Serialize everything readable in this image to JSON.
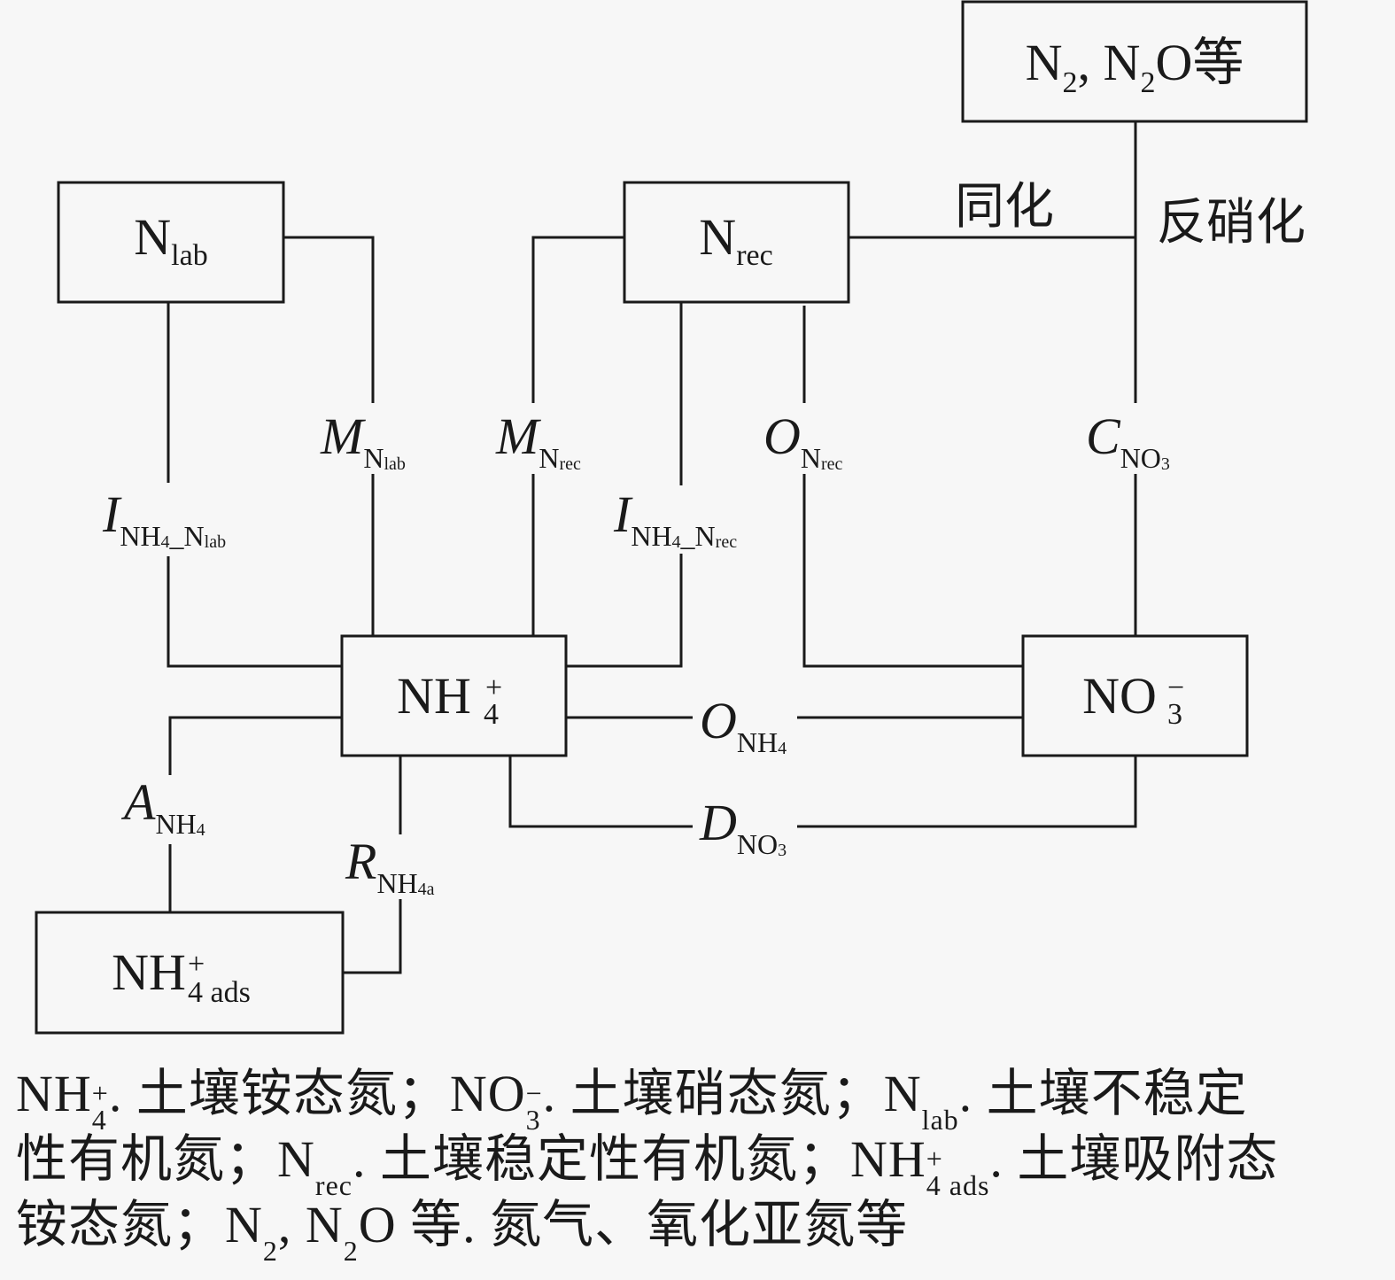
{
  "nodes": {
    "n2": {
      "main": "N",
      "sub1": "2",
      "sep": ", ",
      "main2": "N",
      "sub2": "2",
      "tail": "O等"
    },
    "nlab": {
      "main": "N",
      "sub": "lab"
    },
    "nrec": {
      "main": "N",
      "sub": "rec"
    },
    "nh4": {
      "main": "NH",
      "sub": "4",
      "sup": "+"
    },
    "no3": {
      "main": "NO",
      "sub": "3",
      "sup": "−"
    },
    "nh4ads": {
      "main": "NH",
      "sub": "4 ads",
      "sup": "+"
    }
  },
  "processes": {
    "assimilation": "同化",
    "denitrification": "反硝化",
    "m_nlab": {
      "sym": "M",
      "sub": "N",
      "subsub": "lab"
    },
    "m_nrec": {
      "sym": "M",
      "sub": "N",
      "subsub": "rec"
    },
    "o_nrec": {
      "sym": "O",
      "sub": "N",
      "subsub": "rec"
    },
    "c_no3": {
      "sym": "C",
      "sub": "NO",
      "subsub": "3"
    },
    "i_nh4_nlab": {
      "sym": "I",
      "sub": "NH",
      "subsub": "4",
      "sub2": "_N",
      "subsub2": "lab"
    },
    "i_nh4_nrec": {
      "sym": "I",
      "sub": "NH",
      "subsub": "4",
      "sub2": "_N",
      "subsub2": "rec"
    },
    "o_nh4": {
      "sym": "O",
      "sub": "NH",
      "subsub": "4"
    },
    "d_no3": {
      "sym": "D",
      "sub": "NO",
      "subsub": "3"
    },
    "a_nh4": {
      "sym": "A",
      "sub": "NH",
      "subsub": "4"
    },
    "r_nh4a": {
      "sym": "R",
      "sub": "NH",
      "subsub": "4a"
    }
  },
  "caption": {
    "line1": [
      {
        "t": "NH",
        "sub": "4",
        "sup": "+"
      },
      {
        "t": ". 土壤铵态氮；"
      },
      {
        "t": "NO",
        "sub": "3",
        "sup": "−"
      },
      {
        "t": ". 土壤硝态氮；"
      },
      {
        "t": "N",
        "sub": "lab"
      },
      {
        "t": ". 土壤不稳定"
      }
    ],
    "line2": [
      {
        "t": "性有机氮；"
      },
      {
        "t": "N",
        "sub": "rec"
      },
      {
        "t": ". 土壤稳定性有机氮；"
      },
      {
        "t": "NH",
        "sub": "4 ads",
        "sup": "+"
      },
      {
        "t": ". 土壤吸附态"
      }
    ],
    "line3": [
      {
        "t": "铵态氮；"
      },
      {
        "t": "N",
        "sub": "2"
      },
      {
        "t": ", "
      },
      {
        "t": "N",
        "sub": "2"
      },
      {
        "t": "O 等. 氮气、氧化亚氮等"
      }
    ]
  }
}
